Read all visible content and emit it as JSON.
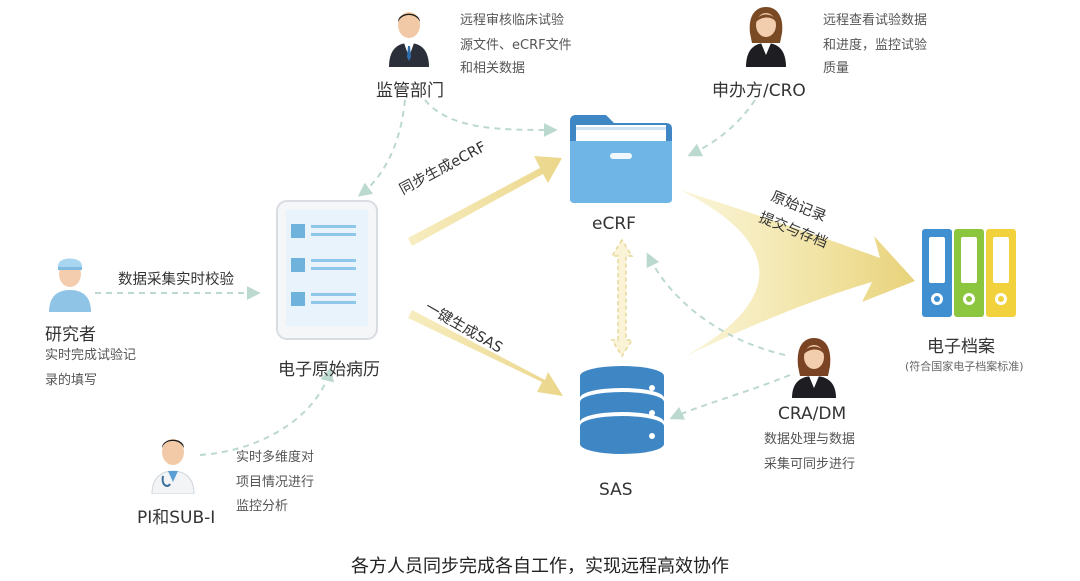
{
  "nodes": {
    "regulator": {
      "label": "监管部门",
      "desc": [
        "远程审核临床试验",
        "源文件、eCRF文件",
        "和相关数据"
      ]
    },
    "sponsor": {
      "label": "申办方/CRO",
      "desc": [
        "远程查看试验数据",
        "和进度，监控试验",
        "质量"
      ]
    },
    "researcher": {
      "label": "研究者",
      "desc": [
        "实时完成试验记",
        "录的填写"
      ]
    },
    "emr": {
      "label": "电子原始病历"
    },
    "ecrf": {
      "label": "eCRF"
    },
    "sas": {
      "label": "SAS"
    },
    "archive": {
      "label": "电子档案",
      "sublabel": "(符合国家电子档案标准)"
    },
    "cra": {
      "label": "CRA/DM",
      "desc": [
        "数据处理与数据",
        "采集可同步进行"
      ]
    },
    "pi": {
      "label": "PI和SUB-I",
      "desc": [
        "实时多维度对",
        "项目情况进行",
        "监控分析"
      ]
    }
  },
  "edges": {
    "collect": "数据采集实时校验",
    "sync_ecrf": "同步生成eCRF",
    "gen_sas": "一键生成SAS",
    "archive_line1": "原始记录",
    "archive_line2": "提交与存档"
  },
  "caption": "各方人员同步完成各自工作，实现远程高效协作"
}
